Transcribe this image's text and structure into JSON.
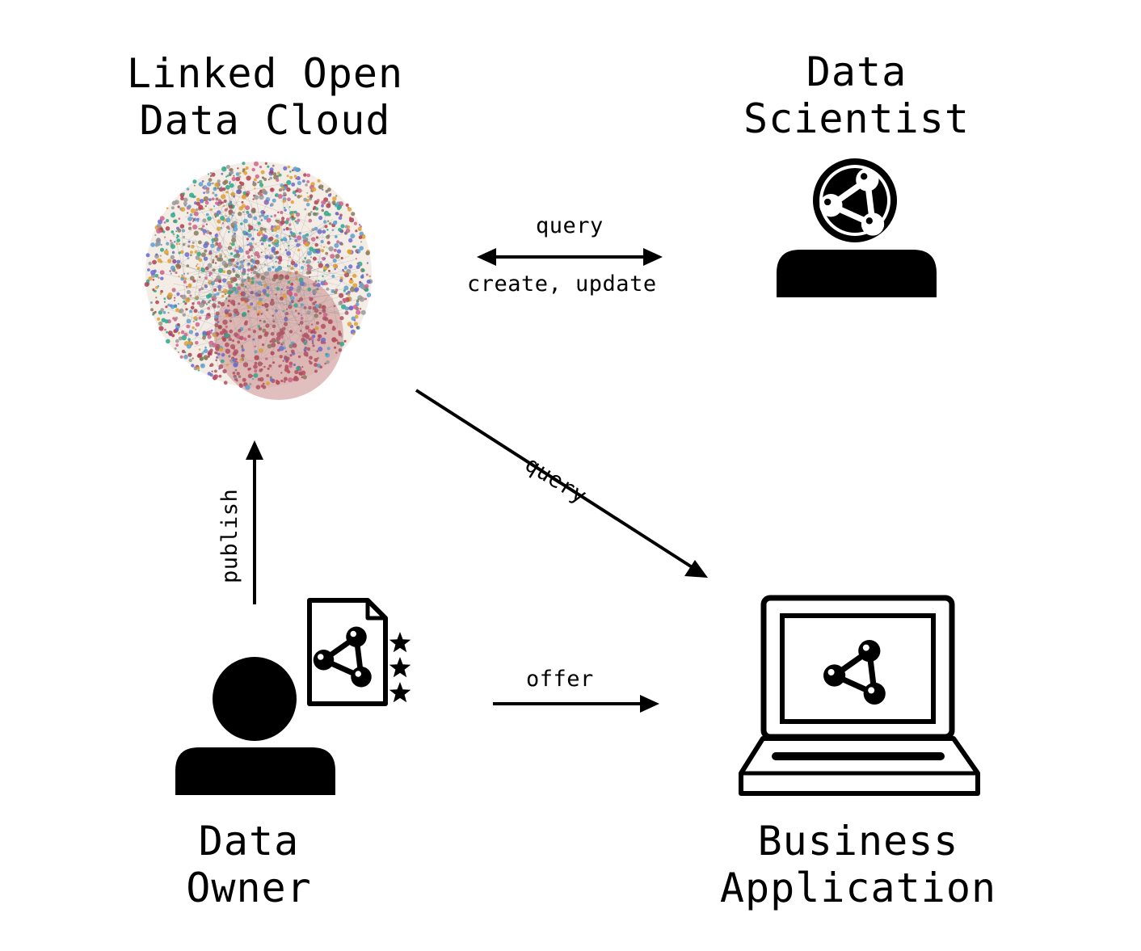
{
  "nodes": {
    "lod_cloud": {
      "title_line1": "Linked Open",
      "title_line2": "Data Cloud"
    },
    "data_scientist": {
      "title_line1": "Data",
      "title_line2": "Scientist",
      "icon": "person-with-rdf-head-icon"
    },
    "data_owner": {
      "title_line1": "Data",
      "title_line2": "Owner",
      "icon": "person-icon",
      "document_icon": "rdf-document-icon",
      "rating_stars": 3
    },
    "business_application": {
      "title_line1": "Business",
      "title_line2": "Application",
      "icon": "laptop-rdf-icon"
    }
  },
  "edges": {
    "cloud_scientist": {
      "label_top": "query",
      "label_bottom": "create, update",
      "direction": "both"
    },
    "cloud_app": {
      "label": "query",
      "direction": "to-app"
    },
    "owner_cloud": {
      "label": "publish",
      "direction": "to-cloud"
    },
    "owner_app": {
      "label": "offer",
      "direction": "to-app"
    }
  },
  "colors": {
    "ink": "#000000",
    "cloud_palette": [
      "#e0a030",
      "#2aa88a",
      "#d0608a",
      "#8a7a5a",
      "#6a6ad0",
      "#b04050",
      "#999999",
      "#5aa0d0"
    ]
  }
}
